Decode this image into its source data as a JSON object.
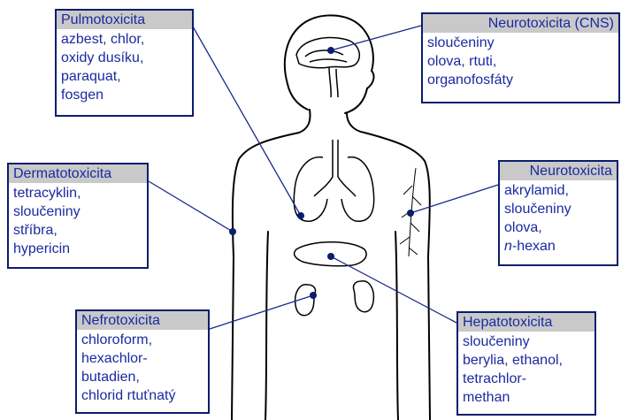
{
  "boxes": {
    "pulmo": {
      "title": "Pulmotoxicita",
      "lines": [
        "azbest, chlor,",
        "oxidy dusíku,",
        "paraquat,",
        "fosgen"
      ]
    },
    "neuro_cns": {
      "title": "Neurotoxicita (CNS)",
      "lines": [
        "sloučeniny",
        "olova, rtuti,",
        "organofosfáty"
      ]
    },
    "dermato": {
      "title": "Dermatotoxicita",
      "lines": [
        "tetracyklin,",
        "sloučeniny",
        "stříbra,",
        "hypericin"
      ]
    },
    "neuro": {
      "title": "Neurotoxicita",
      "lines": [
        "akrylamid,",
        "sloučeniny",
        "olova,"
      ],
      "last_italic": "n",
      "last_rest": "-hexan"
    },
    "nefro": {
      "title": "Nefrotoxicita",
      "lines": [
        "chloroform,",
        "hexachlor-",
        "butadien,",
        "chlorid rtuťnatý"
      ]
    },
    "hepato": {
      "title": "Hepatotoxicita",
      "lines": [
        "sloučeniny",
        "berylia, ethanol,",
        "tetrachlor-",
        "methan"
      ]
    }
  },
  "colors": {
    "border": "#0a1d6e",
    "text": "#1a2aa0",
    "header": "#c9c9c9",
    "line": "#1a2a8c",
    "dot": "#0a1d6e",
    "body_outline": "#000000"
  }
}
